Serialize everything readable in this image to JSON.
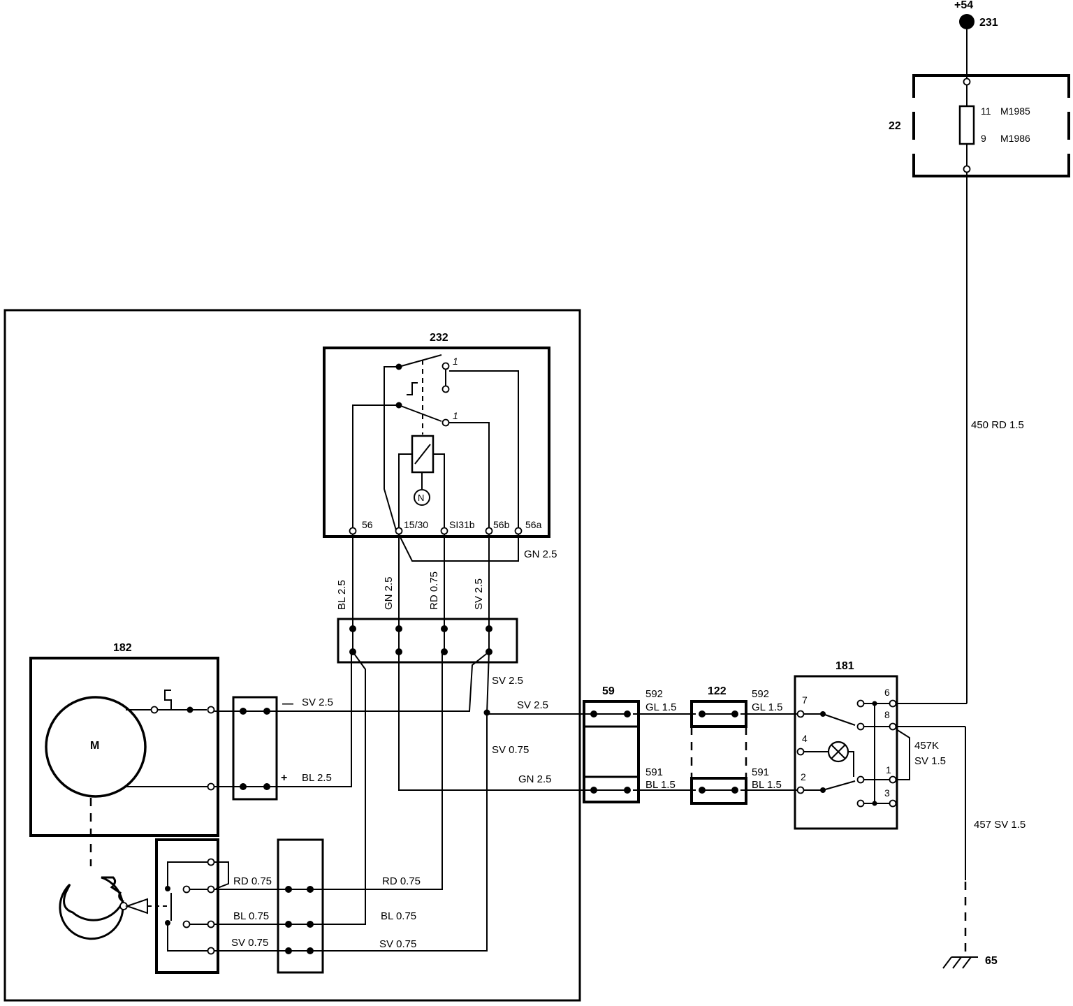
{
  "supply": {
    "terminal": "+54",
    "node": "231"
  },
  "fuse_box": {
    "id": "22",
    "fuse_line1_num": "11",
    "fuse_line1_model": "M1985",
    "fuse_line2_num": "9",
    "fuse_line2_model": "M1986"
  },
  "wires": {
    "w450": "450 RD 1.5",
    "w457": "457 SV 1.5",
    "w457k_a": "457K",
    "w457k_b": "SV 1.5",
    "gn25_top": "GN 2.5",
    "v_bl25": "BL 2.5",
    "v_gn25": "GN 2.5",
    "v_rd075": "RD 0.75",
    "v_sv25": "SV 2.5",
    "sv25_a": "SV 2.5",
    "sv25_b": "SV 2.5",
    "sv25_c": "SV 2.5",
    "bl25": "BL 2.5",
    "gn25_mid": "GN 2.5",
    "sv075_mid": "SV 0.75",
    "rd075_l": "RD 0.75",
    "rd075_r": "RD 0.75",
    "bl075_l": "BL 0.75",
    "bl075_r": "BL 0.75",
    "sv075_l": "SV 0.75",
    "sv075_r": "SV 0.75",
    "w592_a_num": "592",
    "w592_a_col": "GL 1.5",
    "w591_a_num": "591",
    "w591_a_col": "BL 1.5",
    "w592_b_num": "592",
    "w592_b_col": "GL 1.5",
    "w591_b_num": "591",
    "w591_b_col": "BL 1.5"
  },
  "components": {
    "relay": {
      "id": "232",
      "contact_mark_1": "1",
      "contact_mark_2": "1",
      "pins": [
        "56",
        "15/30",
        "SI31b",
        "56b",
        "56a"
      ]
    },
    "motor": {
      "id": "182",
      "symbol": "M",
      "minus": "—",
      "plus": "+"
    },
    "connector_59": "59",
    "connector_122": "122",
    "switch": {
      "id": "181",
      "pins": [
        "7",
        "4",
        "2",
        "6",
        "8",
        "1",
        "3"
      ]
    },
    "ground": "65"
  },
  "icons": [
    "motor-icon",
    "lamp-icon",
    "ground-icon",
    "relay-coil-icon",
    "timer-icon",
    "fuse-icon",
    "cam-disc-icon"
  ]
}
